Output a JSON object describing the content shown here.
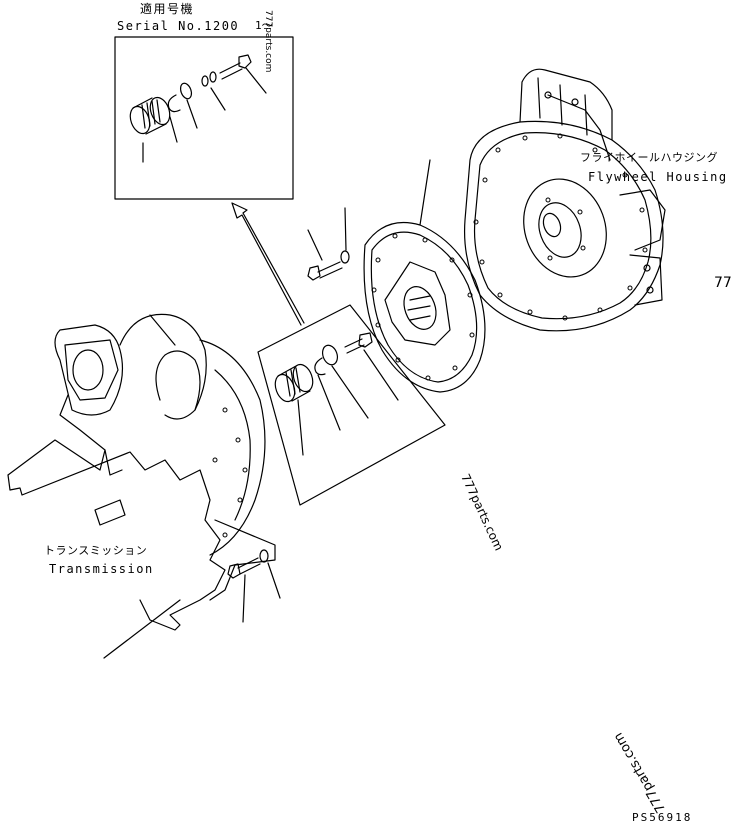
{
  "inset": {
    "title_jp": "適用号機",
    "serial": "Serial No.1200",
    "serial_suffix": "1〜"
  },
  "labels": {
    "flywheel_jp": "フライホイールハウジング",
    "flywheel_en": "Flywheel Housing",
    "transmission_jp": "トランスミッション",
    "transmission_en": "Transmission",
    "page_number": "77",
    "part_code": "PS56918"
  },
  "watermarks": [
    "777parts.com",
    "777parts.com",
    "777parts.com"
  ]
}
